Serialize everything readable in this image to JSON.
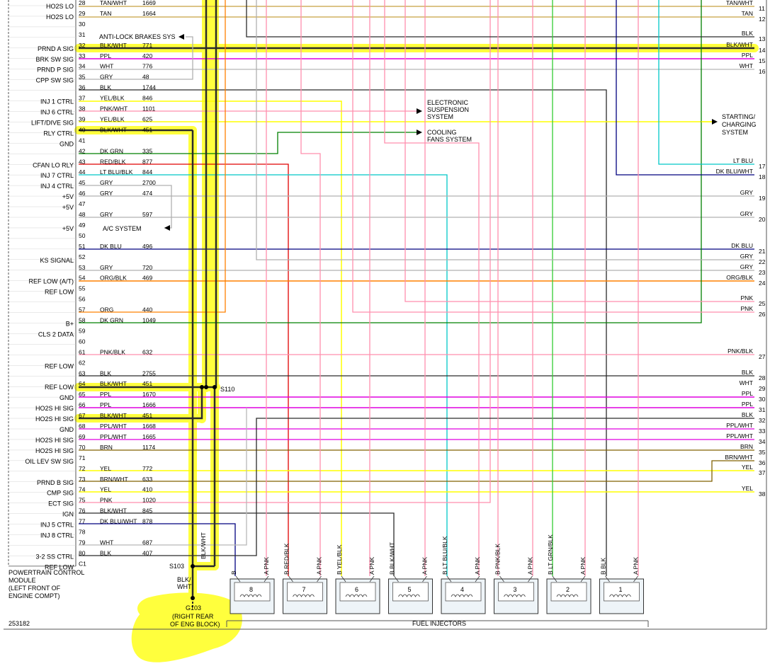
{
  "colors": {
    "BLK": "#2b2b2b",
    "GRY": "#b0b0b0",
    "YEL": "#ffff00",
    "DK_GRN": "#008000",
    "LT_GRN": "#33cc33",
    "PPL": "#e000e0",
    "PNK": "#ff8fae",
    "RED": "#e00000",
    "LT_BLU": "#00c8c8",
    "DK_BLU": "#00007f",
    "ORG": "#ff8000",
    "TAN": "#c8a040",
    "BRN": "#806000",
    "WHT": "#b8b8b8",
    "HIGHLIGHT": "#ffff33"
  },
  "module": {
    "name_lines": [
      "POWERTRAIN CONTROL",
      "MODULE",
      "(LEFT FRONT OF",
      "ENGINE COMPT)"
    ],
    "pins": [
      {
        "pin": "28",
        "sig": "HO2S LO",
        "label": "TAN/WHT",
        "circuit": "1669",
        "color": "TAN"
      },
      {
        "pin": "29",
        "sig": "HO2S LO",
        "label": "TAN",
        "circuit": "1664",
        "color": "TAN"
      },
      {
        "pin": "30",
        "sig": "",
        "label": "",
        "circuit": "",
        "color": ""
      },
      {
        "pin": "31",
        "sig": "",
        "label": "",
        "circuit": "",
        "color": ""
      },
      {
        "pin": "32",
        "sig": "PRND A SIG",
        "label": "BLK/WHT",
        "circuit": "771",
        "color": "BLK"
      },
      {
        "pin": "33",
        "sig": "BRK SW SIG",
        "label": "PPL",
        "circuit": "420",
        "color": "PPL"
      },
      {
        "pin": "34",
        "sig": "PRND P SIG",
        "label": "WHT",
        "circuit": "776",
        "color": "WHT"
      },
      {
        "pin": "35",
        "sig": "CPP SW SIG",
        "label": "GRY",
        "circuit": "48",
        "color": "GRY"
      },
      {
        "pin": "36",
        "sig": "",
        "label": "BLK",
        "circuit": "1744",
        "color": "BLK"
      },
      {
        "pin": "37",
        "sig": "INJ 1 CTRL",
        "label": "YEL/BLK",
        "circuit": "846",
        "color": "YEL"
      },
      {
        "pin": "38",
        "sig": "INJ 6 CTRL",
        "label": "PNK/WHT",
        "circuit": "1101",
        "color": "PNK"
      },
      {
        "pin": "39",
        "sig": "LIFT/DIVE SIG",
        "label": "YEL/BLK",
        "circuit": "625",
        "color": "YEL"
      },
      {
        "pin": "40",
        "sig": "RLY CTRL",
        "label": "BLK/WHT",
        "circuit": "451",
        "color": "BLK"
      },
      {
        "pin": "41",
        "sig": "GND",
        "label": "",
        "circuit": "",
        "color": ""
      },
      {
        "pin": "42",
        "sig": "",
        "label": "DK GRN",
        "circuit": "335",
        "color": "DK_GRN"
      },
      {
        "pin": "43",
        "sig": "CFAN LO RLY",
        "label": "RED/BLK",
        "circuit": "877",
        "color": "RED"
      },
      {
        "pin": "44",
        "sig": "INJ 7 CTRL",
        "label": "LT BLU/BLK",
        "circuit": "844",
        "color": "LT_BLU"
      },
      {
        "pin": "45",
        "sig": "INJ 4 CTRL",
        "label": "GRY",
        "circuit": "2700",
        "color": "GRY"
      },
      {
        "pin": "46",
        "sig": "+5V",
        "label": "GRY",
        "circuit": "474",
        "color": "GRY"
      },
      {
        "pin": "47",
        "sig": "+5V",
        "label": "",
        "circuit": "",
        "color": ""
      },
      {
        "pin": "48",
        "sig": "",
        "label": "GRY",
        "circuit": "597",
        "color": "GRY"
      },
      {
        "pin": "49",
        "sig": "+5V",
        "label": "",
        "circuit": "",
        "color": ""
      },
      {
        "pin": "50",
        "sig": "",
        "label": "",
        "circuit": "",
        "color": ""
      },
      {
        "pin": "51",
        "sig": "",
        "label": "DK BLU",
        "circuit": "496",
        "color": "DK_BLU"
      },
      {
        "pin": "52",
        "sig": "KS SIGNAL",
        "label": "",
        "circuit": "",
        "color": ""
      },
      {
        "pin": "53",
        "sig": "",
        "label": "GRY",
        "circuit": "720",
        "color": "GRY"
      },
      {
        "pin": "54",
        "sig": "REF LOW (A/T)",
        "label": "ORG/BLK",
        "circuit": "469",
        "color": "ORG"
      },
      {
        "pin": "55",
        "sig": "REF LOW",
        "label": "",
        "circuit": "",
        "color": ""
      },
      {
        "pin": "56",
        "sig": "",
        "label": "",
        "circuit": "",
        "color": ""
      },
      {
        "pin": "57",
        "sig": "",
        "label": "ORG",
        "circuit": "440",
        "color": "ORG"
      },
      {
        "pin": "58",
        "sig": "B+",
        "label": "DK GRN",
        "circuit": "1049",
        "color": "DK_GRN"
      },
      {
        "pin": "59",
        "sig": "CLS 2 DATA",
        "label": "",
        "circuit": "",
        "color": ""
      },
      {
        "pin": "60",
        "sig": "",
        "label": "",
        "circuit": "",
        "color": ""
      },
      {
        "pin": "61",
        "sig": "",
        "label": "PNK/BLK",
        "circuit": "632",
        "color": "PNK"
      },
      {
        "pin": "62",
        "sig": "REF LOW",
        "label": "",
        "circuit": "",
        "color": ""
      },
      {
        "pin": "63",
        "sig": "",
        "label": "BLK",
        "circuit": "2755",
        "color": "BLK"
      },
      {
        "pin": "64",
        "sig": "REF LOW",
        "label": "BLK/WHT",
        "circuit": "451",
        "color": "BLK"
      },
      {
        "pin": "65",
        "sig": "GND",
        "label": "PPL",
        "circuit": "1670",
        "color": "PPL"
      },
      {
        "pin": "66",
        "sig": "HO2S HI SIG",
        "label": "PPL",
        "circuit": "1666",
        "color": "PPL"
      },
      {
        "pin": "67",
        "sig": "HO2S HI SIG",
        "label": "BLK/WHT",
        "circuit": "451",
        "color": "BLK"
      },
      {
        "pin": "68",
        "sig": "GND",
        "label": "PPL/WHT",
        "circuit": "1668",
        "color": "PPL"
      },
      {
        "pin": "69",
        "sig": "HO2S HI SIG",
        "label": "PPL/WHT",
        "circuit": "1665",
        "color": "PPL"
      },
      {
        "pin": "70",
        "sig": "HO2S HI SIG",
        "label": "BRN",
        "circuit": "1174",
        "color": "BRN"
      },
      {
        "pin": "71",
        "sig": "OIL LEV SW SIG",
        "label": "",
        "circuit": "",
        "color": ""
      },
      {
        "pin": "72",
        "sig": "",
        "label": "YEL",
        "circuit": "772",
        "color": "YEL"
      },
      {
        "pin": "73",
        "sig": "PRND B SIG",
        "label": "BRN/WHT",
        "circuit": "633",
        "color": "BRN"
      },
      {
        "pin": "74",
        "sig": "CMP SIG",
        "label": "YEL",
        "circuit": "410",
        "color": "YEL"
      },
      {
        "pin": "75",
        "sig": "ECT SIG",
        "label": "PNK",
        "circuit": "1020",
        "color": "PNK"
      },
      {
        "pin": "76",
        "sig": "IGN",
        "label": "BLK/WHT",
        "circuit": "845",
        "color": "BLK"
      },
      {
        "pin": "77",
        "sig": "INJ 5 CTRL",
        "label": "DK BLU/WHT",
        "circuit": "878",
        "color": "DK_BLU"
      },
      {
        "pin": "78",
        "sig": "INJ 8 CTRL",
        "label": "",
        "circuit": "",
        "color": ""
      },
      {
        "pin": "79",
        "sig": "",
        "label": "WHT",
        "circuit": "687",
        "color": "WHT"
      },
      {
        "pin": "80",
        "sig": "3-2 SS CTRL",
        "label": "BLK",
        "circuit": "407",
        "color": "BLK"
      },
      {
        "pin": "C1",
        "sig": "REF LOW",
        "label": "",
        "circuit": "",
        "color": ""
      }
    ]
  },
  "right_refs": [
    {
      "num": "11",
      "label": "TAN/WHT",
      "color": "TAN"
    },
    {
      "num": "12",
      "label": "TAN",
      "color": "TAN"
    },
    {
      "num": "13",
      "label": "BLK",
      "color": "BLK"
    },
    {
      "num": "14",
      "label": "BLK/WHT",
      "color": "BLK"
    },
    {
      "num": "15",
      "label": "PPL",
      "color": "PPL"
    },
    {
      "num": "16",
      "label": "WHT",
      "color": "WHT"
    },
    {
      "num": "17",
      "label": "LT BLU",
      "color": "LT_BLU"
    },
    {
      "num": "18",
      "label": "DK BLU/WHT",
      "color": "DK_BLU"
    },
    {
      "num": "19",
      "label": "GRY",
      "color": "GRY"
    },
    {
      "num": "20",
      "label": "GRY",
      "color": "GRY"
    },
    {
      "num": "21",
      "label": "DK BLU",
      "color": "DK_BLU"
    },
    {
      "num": "22",
      "label": "GRY",
      "color": "GRY"
    },
    {
      "num": "23",
      "label": "GRY",
      "color": "GRY"
    },
    {
      "num": "24",
      "label": "ORG/BLK",
      "color": "ORG"
    },
    {
      "num": "25",
      "label": "PNK",
      "color": "PNK"
    },
    {
      "num": "26",
      "label": "PNK",
      "color": "PNK"
    },
    {
      "num": "27",
      "label": "PNK/BLK",
      "color": "PNK"
    },
    {
      "num": "28",
      "label": "BLK",
      "color": "BLK"
    },
    {
      "num": "29",
      "label": "WHT",
      "color": "WHT"
    },
    {
      "num": "30",
      "label": "PPL",
      "color": "PPL"
    },
    {
      "num": "31",
      "label": "PPL",
      "color": "PPL"
    },
    {
      "num": "32",
      "label": "BLK",
      "color": "BLK"
    },
    {
      "num": "33",
      "label": "PPL/WHT",
      "color": "PPL"
    },
    {
      "num": "34",
      "label": "PPL/WHT",
      "color": "PPL"
    },
    {
      "num": "35",
      "label": "BRN",
      "color": "BRN"
    },
    {
      "num": "36",
      "label": "BRN/WHT",
      "color": "BRN"
    },
    {
      "num": "37",
      "label": "YEL",
      "color": "YEL"
    },
    {
      "num": "38",
      "label": "YEL",
      "color": "YEL"
    }
  ],
  "systems": {
    "abs": "ANTI-LOCK BRAKES SYS",
    "suspension": [
      "ELECTRONIC",
      "SUSPENSION",
      "SYSTEM"
    ],
    "cooling": [
      "COOLING",
      "FANS SYSTEM"
    ],
    "starting": [
      "STARTING/",
      "CHARGING",
      "SYSTEM"
    ],
    "ac": "A/C SYSTEM"
  },
  "injectors": {
    "title": "FUEL INJECTORS",
    "items": [
      {
        "num": "8",
        "a": "A PNK",
        "b": "B",
        "b_color": "DK_BLU"
      },
      {
        "num": "7",
        "a": "A PNK",
        "b": "B RED/BLK",
        "b_color": "RED"
      },
      {
        "num": "6",
        "a": "A PNK",
        "b": "B YEL/BLK",
        "b_color": "YEL"
      },
      {
        "num": "5",
        "a": "A PNK",
        "b": "B BLK/WHT",
        "b_color": "BLK"
      },
      {
        "num": "4",
        "a": "A PNK",
        "b": "B LT BLU/BLK",
        "b_color": "LT_BLU"
      },
      {
        "num": "3",
        "a": "A PNK",
        "b": "B PNK/BLK",
        "b_color": "PNK"
      },
      {
        "num": "2",
        "a": "A PNK",
        "b": "B LT GRN/BLK",
        "b_color": "LT_GRN"
      },
      {
        "num": "1",
        "a": "A PNK",
        "b": "B BLK",
        "b_color": "BLK"
      }
    ]
  },
  "splices": {
    "s110": "S110",
    "s103": "S103"
  },
  "ground": {
    "g103": "G103",
    "loc_lines": [
      "(RIGHT REAR",
      "OF ENG BLOCK)"
    ],
    "wire_lines": [
      "BLK/",
      "WHT"
    ],
    "wire_vert": "BLK/WHT"
  },
  "diagram_id": "253182"
}
